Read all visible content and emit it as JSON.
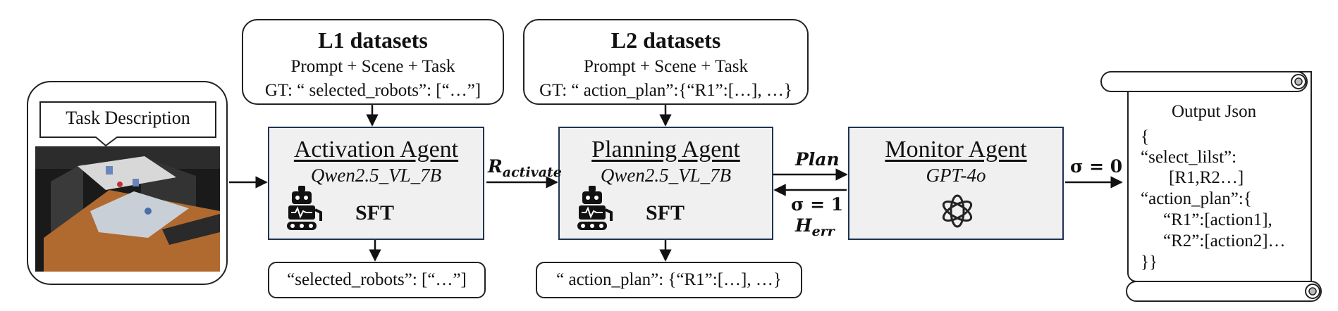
{
  "task_panel": {
    "label": "Task Description"
  },
  "l1": {
    "title": "L1 datasets",
    "line1": "Prompt + Scene + Task",
    "line2": "GT: “ selected_robots”: [“…”]"
  },
  "l2": {
    "title": "L2 datasets",
    "line1": "Prompt + Scene + Task",
    "line2": "GT: “ action_plan”:{“R1”:[…], …}"
  },
  "activation": {
    "title": "Activation Agent",
    "model": "Qwen2.5_VL_7B",
    "method": "SFT"
  },
  "planning": {
    "title": "Planning Agent",
    "model": "Qwen2.5_VL_7B",
    "method": "SFT"
  },
  "monitor": {
    "title": "Monitor Agent",
    "model": "GPT-4o"
  },
  "outputs": {
    "activation": "“selected_robots”: [“…”]",
    "planning": "“ action_plan”: {“R1”:[…], …}"
  },
  "edges": {
    "r_activate_main": "R",
    "r_activate_sub": "activate",
    "plan": "Plan",
    "sigma_one": "σ = 1",
    "h_err_main": "H",
    "h_err_sub": "err",
    "sigma_zero": "σ = 0"
  },
  "output_json": {
    "title": "Output Json",
    "lines": [
      "{",
      "“select_lilst”:",
      "[R1,R2…]",
      "“action_plan”:{",
      "“R1”:[action1],",
      "“R2”:[action2]…",
      "}}"
    ]
  },
  "colors": {
    "agent_border": "#1f3350",
    "agent_fill": "#f0f0f0"
  }
}
